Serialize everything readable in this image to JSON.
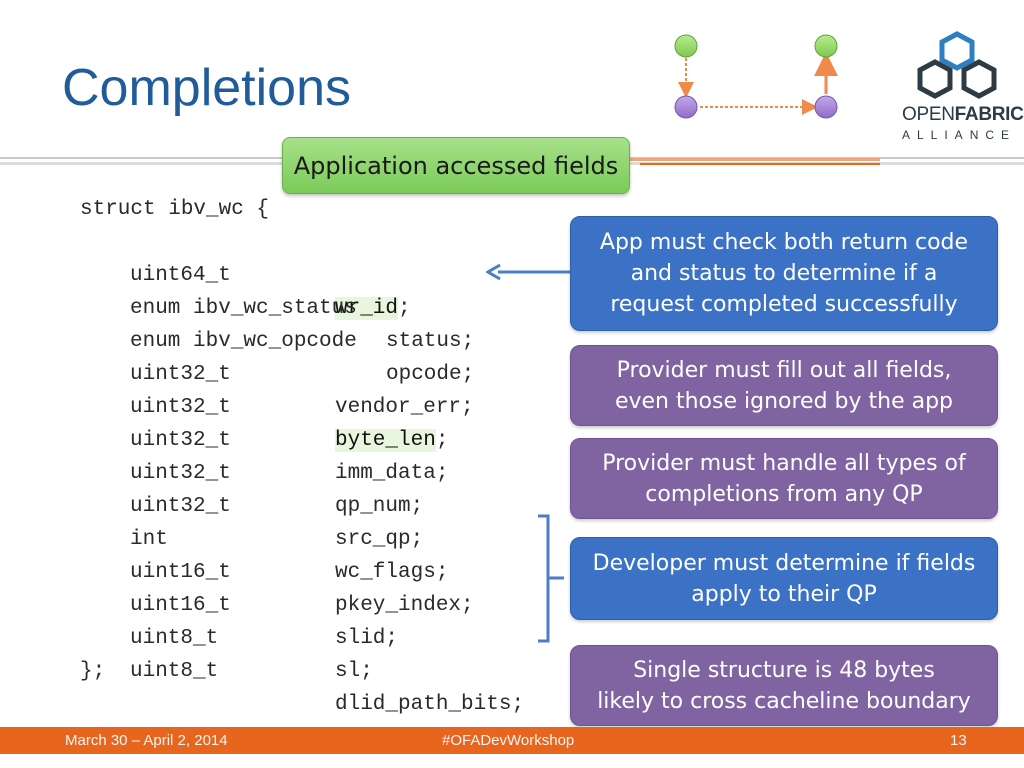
{
  "slide": {
    "title": "Completions"
  },
  "header_box": {
    "label": "Application accessed fields"
  },
  "code": {
    "open": "struct ibv_wc {",
    "fields": [
      {
        "type": "uint64_t",
        "name": "wr_id",
        "highlight": true
      },
      {
        "type": "enum ibv_wc_status",
        "name": "status",
        "highlight": false
      },
      {
        "type": "enum ibv_wc_opcode",
        "name": "opcode",
        "highlight": false
      },
      {
        "type": "uint32_t",
        "name": "vendor_err",
        "highlight": false
      },
      {
        "type": "uint32_t",
        "name": "byte_len",
        "highlight": true
      },
      {
        "type": "uint32_t",
        "name": "imm_data",
        "highlight": false
      },
      {
        "type": "uint32_t",
        "name": "qp_num",
        "highlight": false
      },
      {
        "type": "uint32_t",
        "name": "src_qp",
        "highlight": false
      },
      {
        "type": "int",
        "name": "wc_flags",
        "highlight": false
      },
      {
        "type": "uint16_t",
        "name": "pkey_index",
        "highlight": false
      },
      {
        "type": "uint16_t",
        "name": "slid",
        "highlight": false
      },
      {
        "type": "uint8_t",
        "name": "sl",
        "highlight": false
      },
      {
        "type": "uint8_t",
        "name": "dlid_path_bits",
        "highlight": false
      }
    ],
    "close": "};"
  },
  "callouts": [
    {
      "lines": [
        "App must check both return code",
        "and status to determine if a",
        "request completed successfully"
      ],
      "color": "#3b72c6"
    },
    {
      "lines": [
        "Provider must fill out all fields,",
        "even those ignored by the app"
      ],
      "color": "#8064a2"
    },
    {
      "lines": [
        "Provider must handle all types of",
        "completions from any QP"
      ],
      "color": "#8064a2"
    },
    {
      "lines": [
        "Developer must determine if fields",
        "apply to their QP"
      ],
      "color": "#3b72c6"
    },
    {
      "lines": [
        "Single structure is 48 bytes",
        "likely to cross cacheline boundary"
      ],
      "color": "#8064a2"
    }
  ],
  "footer": {
    "date": "March 30 – April 2, 2014",
    "hashtag": "#OFADevWorkshop",
    "page": "13",
    "color": "#e8651e"
  },
  "logo": {
    "line1_a": "OPEN",
    "line1_b": "FABRICS",
    "line2": "ALLIANCE"
  },
  "colors": {
    "title": "#1f5c99",
    "accent_green": "#7ccb58",
    "arrow_blue": "#4a7fc5"
  }
}
